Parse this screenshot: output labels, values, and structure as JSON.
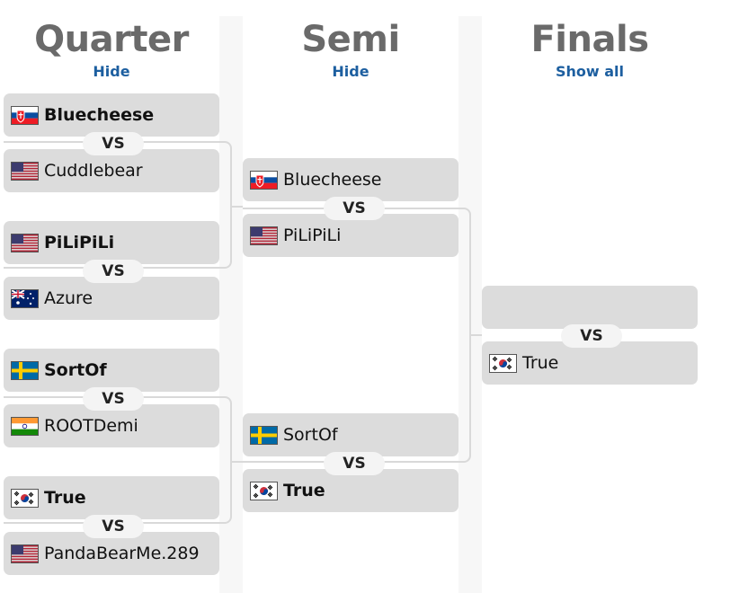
{
  "columns": [
    {
      "title": "Quarter",
      "link": "Hide"
    },
    {
      "title": "Semi",
      "link": "Hide"
    },
    {
      "title": "Finals",
      "link": "Show all"
    }
  ],
  "vs_label": "VS",
  "quarter": [
    {
      "top": {
        "name": "Bluecheese",
        "flag": "sk",
        "winner": true
      },
      "bottom": {
        "name": "Cuddlebear",
        "flag": "us",
        "winner": false
      }
    },
    {
      "top": {
        "name": "PiLiPiLi",
        "flag": "us",
        "winner": true
      },
      "bottom": {
        "name": "Azure",
        "flag": "au",
        "winner": false
      }
    },
    {
      "top": {
        "name": "SortOf",
        "flag": "se",
        "winner": true
      },
      "bottom": {
        "name": "ROOTDemi",
        "flag": "in",
        "winner": false
      }
    },
    {
      "top": {
        "name": "True",
        "flag": "kr",
        "winner": true
      },
      "bottom": {
        "name": "PandaBearMe.289",
        "flag": "us",
        "winner": false
      }
    }
  ],
  "semi": [
    {
      "top": {
        "name": "Bluecheese",
        "flag": "sk",
        "winner": false
      },
      "bottom": {
        "name": "PiLiPiLi",
        "flag": "us",
        "winner": false
      }
    },
    {
      "top": {
        "name": "SortOf",
        "flag": "se",
        "winner": false
      },
      "bottom": {
        "name": "True",
        "flag": "kr",
        "winner": true
      }
    }
  ],
  "finals": [
    {
      "top": null,
      "bottom": {
        "name": "True",
        "flag": "kr",
        "winner": false
      }
    }
  ]
}
